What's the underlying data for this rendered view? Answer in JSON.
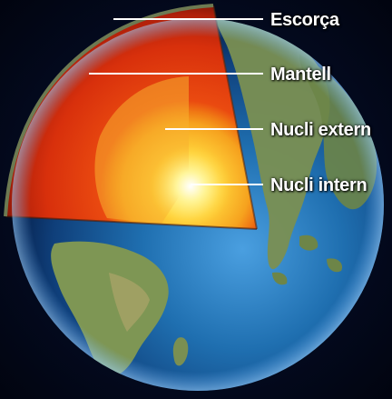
{
  "diagram": {
    "labels": {
      "crust": "Escorça",
      "mantle": "Mantell",
      "outer_core": "Nucli extern",
      "inner_core": "Nucli intern"
    },
    "colors": {
      "ocean": "#1f6fb0",
      "land": "#7a8f52",
      "mantle": "#e23a10",
      "outer_core": "#f4a020",
      "inner_core": "#fff27a",
      "pointer_line": "#ffffff"
    }
  }
}
